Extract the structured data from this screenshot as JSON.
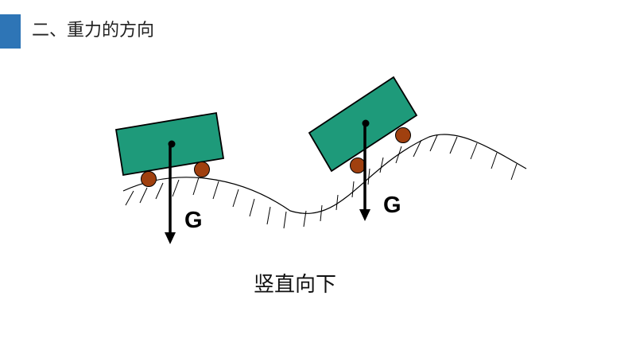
{
  "title": "二、重力的方向",
  "caption": "竖直向下",
  "labels": {
    "left_force": "G",
    "right_force": "G"
  },
  "colors": {
    "accent_bar": "#2E75B6",
    "cart_body": "#1E9A7A",
    "wheel": "#A0400F",
    "line": "#000000",
    "title_text": "#222222"
  }
}
